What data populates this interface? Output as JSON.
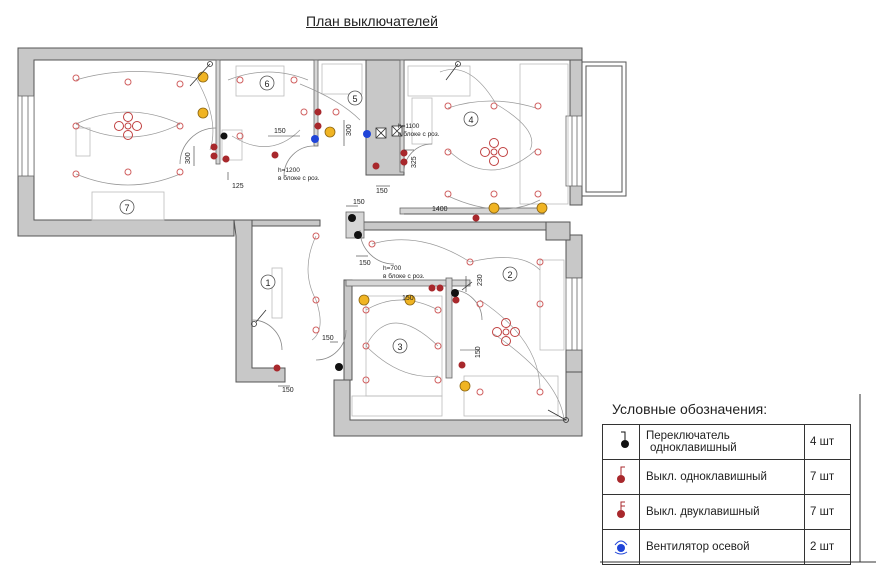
{
  "title": "План выключателей",
  "rooms": [
    "1",
    "2",
    "3",
    "4",
    "5",
    "6",
    "7"
  ],
  "dimensions": {
    "d150a": "150",
    "d300": "300",
    "d125": "125",
    "d150b": "150",
    "d300b": "300",
    "d325": "325",
    "d150c": "150",
    "d150d": "150",
    "d1400": "1400",
    "d150e": "150",
    "d230": "230",
    "d150f": "150",
    "d150g": "150",
    "d150h": "150"
  },
  "notes": {
    "h1200": "h=1200",
    "h1200b": "в блоке с роз.",
    "h1100": "h=1100",
    "h1100b": "в блоке с роз.",
    "h700": "h=700",
    "h700b": "в блоке с роз."
  },
  "legend": {
    "title": "Условные обозначения:",
    "rows": [
      {
        "name_line1": "Переключатель",
        "name_line2": "одноклавишный",
        "count": "4 шт",
        "icon": "switch-changeover-icon",
        "color": "#111111"
      },
      {
        "name_line1": "Выкл. одноклавишный",
        "name_line2": "",
        "count": "7 шт",
        "icon": "switch-single-icon",
        "color": "#a8282c"
      },
      {
        "name_line1": "Выкл. двуклавишный",
        "name_line2": "",
        "count": "7 шт",
        "icon": "switch-double-icon",
        "color": "#a8282c"
      },
      {
        "name_line1": "Вентилятор осевой",
        "name_line2": "",
        "count": "2 шт",
        "icon": "fan-icon",
        "color": "#1f44d8"
      }
    ]
  },
  "colors": {
    "wall": "#c8c8c8",
    "wall_stroke": "#555555",
    "switch_red": "#a8282c",
    "switch_black": "#111111",
    "fan_blue": "#1f44d8",
    "lamp_yellow": "#f0b423",
    "light_point": "#d06060"
  }
}
